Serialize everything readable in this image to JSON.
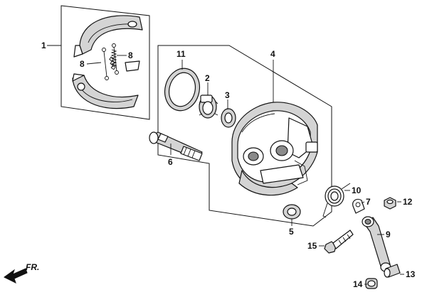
{
  "diagram": {
    "direction_marker": {
      "label": "FR.",
      "icon": "front-direction-arrow-icon"
    },
    "callouts": {
      "c1": "1",
      "c2": "2",
      "c3": "3",
      "c4": "4",
      "c5": "5",
      "c6": "6",
      "c7": "7",
      "c8a": "8",
      "c8b": "8",
      "c9": "9",
      "c10": "10",
      "c11": "11",
      "c12": "12",
      "c13": "13",
      "c14": "14",
      "c15": "15"
    }
  }
}
